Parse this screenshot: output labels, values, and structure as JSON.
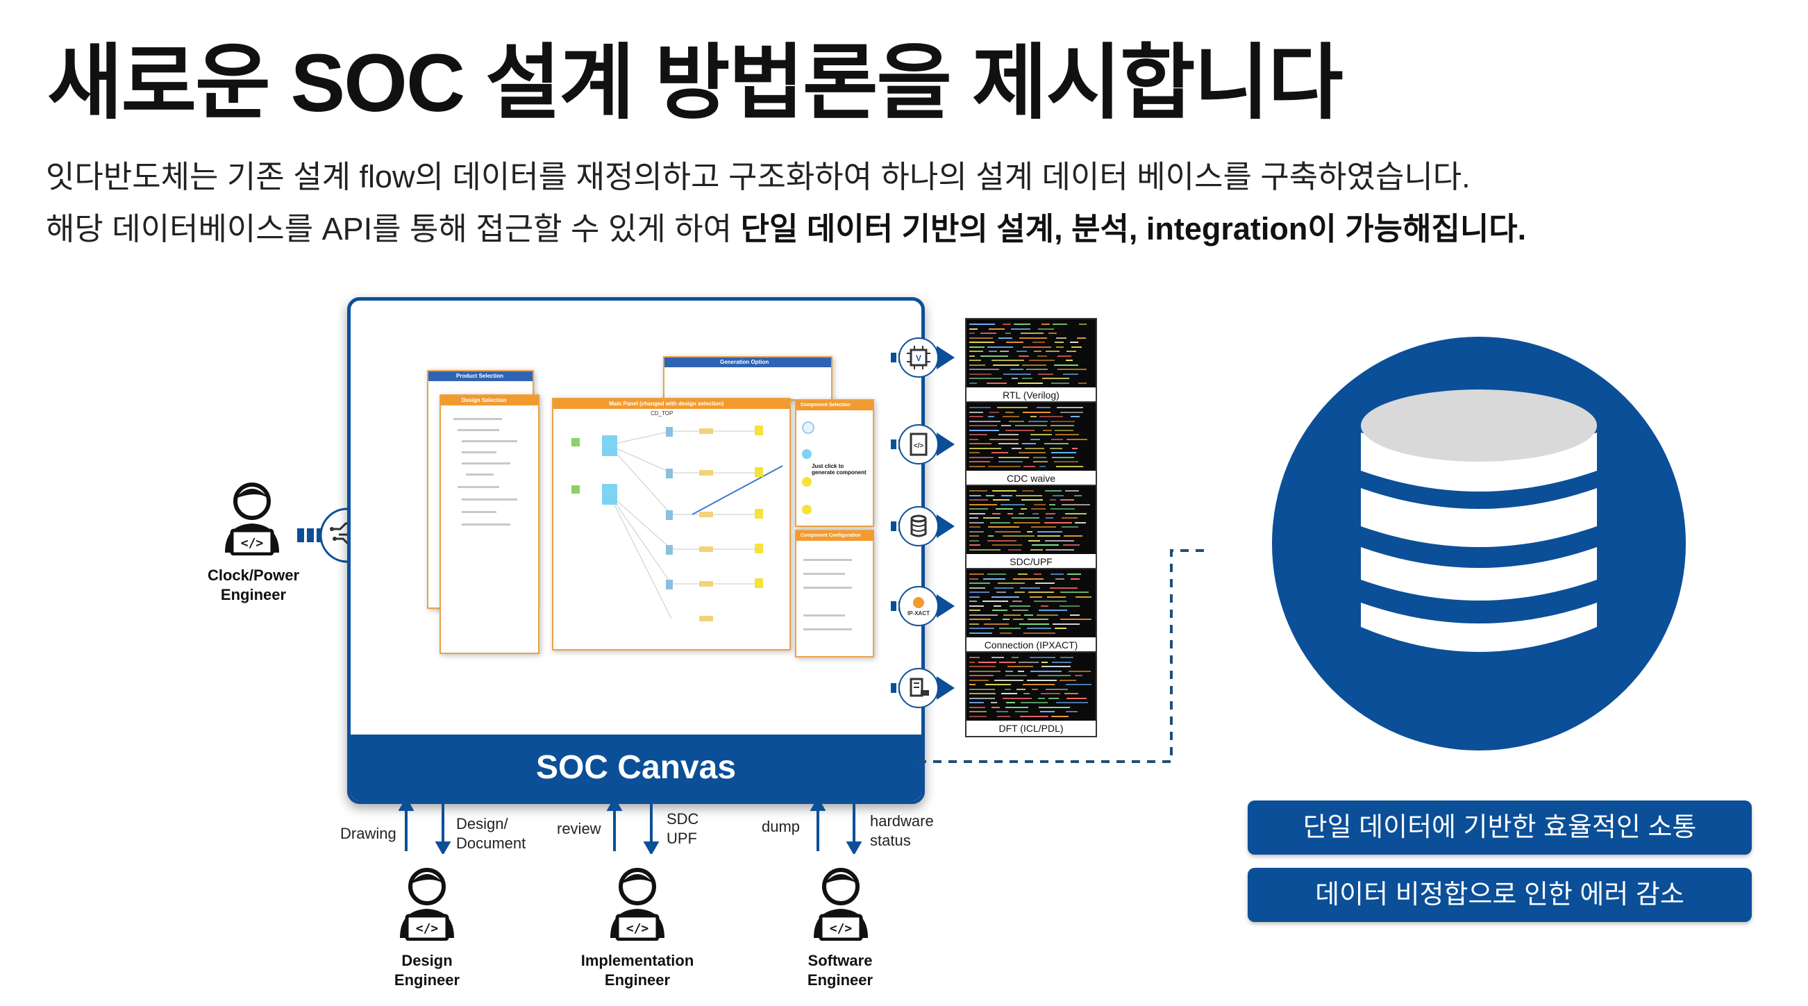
{
  "title": "새로운 SOC 설계 방법론을 제시합니다",
  "description": {
    "line1": "잇다반도체는 기존 설계 flow의 데이터를 재정의하고 구조화하여 하나의 설계 데이터 베이스를 구축하였습니다.",
    "line2_normal": "해당 데이터베이스를 API를 통해 접근할 수 있게 하여 ",
    "line2_bold": "단일 데이터 기반의 설계, 분석, integration이 가능해집니다."
  },
  "canvas": {
    "label": "SOC Canvas",
    "screenshot_texts": {
      "product_selection": "Product Selection",
      "design_selection": "Design Selection",
      "generation_option": "Generation Option",
      "component_selection": "Component Selection",
      "component_configuration": "Component Configuration",
      "main_panel": "Main Panel (changed with design selection)",
      "cd_top": "CD_TOP",
      "hint": "Just click to generate component"
    }
  },
  "outputs": [
    {
      "label": "RTL (Verilog)",
      "icon": "verilog-chip-icon"
    },
    {
      "label": "CDC waive",
      "icon": "code-file-icon"
    },
    {
      "label": "SDC/UPF",
      "icon": "database-stack-icon"
    },
    {
      "label": "Connection (IPXACT)",
      "icon": "ipxact-icon"
    },
    {
      "label": "DFT (ICL/PDL)",
      "icon": "dft-board-icon"
    }
  ],
  "engineers": {
    "clock": "Clock/Power\nEngineer",
    "design": "Design\nEngineer",
    "implementation": "Implementation\nEngineer",
    "software": "Software\nEngineer"
  },
  "flows": {
    "drawing": "Drawing",
    "design_document": "Design/\nDocument",
    "review": "review",
    "sdc_upf": "SDC\nUPF",
    "dump": "dump",
    "hardware_status": "hardware\nstatus"
  },
  "benefits": [
    "단일 데이터에 기반한 효율적인 소통",
    "데이터 비정합으로 인한 에러 감소"
  ],
  "colors": {
    "brand_blue": "#0b4f98",
    "accent_orange": "#f29a2e",
    "db_gray": "#d9d9d9"
  }
}
